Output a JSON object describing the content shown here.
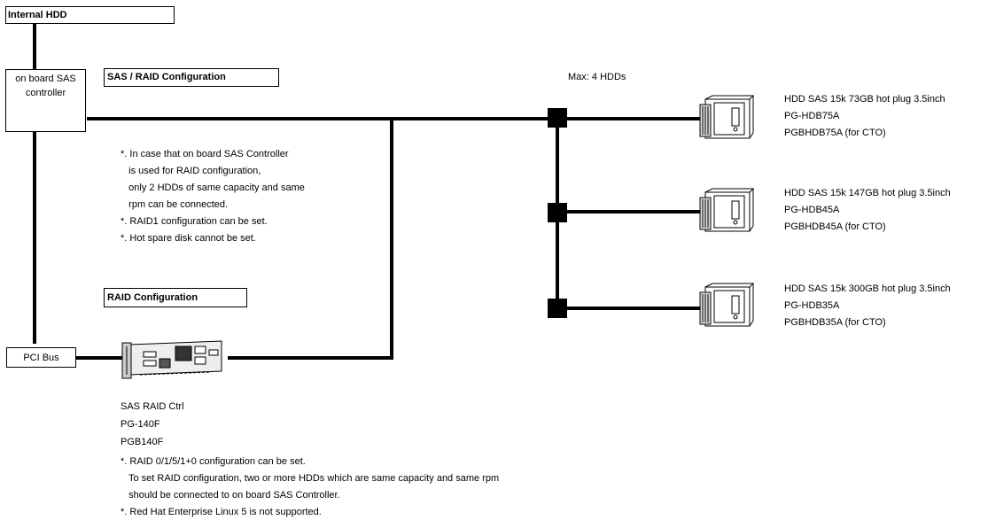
{
  "internal_hdd": {
    "title": "Internal HDD"
  },
  "sas_controller": {
    "line1": "on board SAS",
    "line2": "controller"
  },
  "sas_raid_config": {
    "title": "SAS / RAID Configuration"
  },
  "raid_config": {
    "title": "RAID Configuration"
  },
  "pci_bus": {
    "label": "PCI Bus"
  },
  "max_label": "Max: 4 HDDs",
  "sas_notes": [
    "*. In case that on board SAS Controller",
    "   is used for RAID configuration,",
    "   only 2 HDDs of same capacity and same",
    "   rpm can be connected.",
    "*. RAID1 configuration can be set.",
    "*. Hot spare disk cannot be set."
  ],
  "hdds": [
    {
      "name": "HDD SAS 15k 73GB hot plug 3.5inch",
      "part1": "PG-HDB75A",
      "part2": "PGBHDB75A (for CTO)"
    },
    {
      "name": "HDD SAS 15k 147GB hot plug 3.5inch",
      "part1": "PG-HDB45A",
      "part2": "PGBHDB45A (for CTO)"
    },
    {
      "name": "HDD SAS 15k 300GB hot plug 3.5inch",
      "part1": "PG-HDB35A",
      "part2": "PGBHDB35A (for CTO)"
    }
  ],
  "raid_card": {
    "name": "SAS RAID Ctrl",
    "part1": "PG-140F",
    "part2": "PGB140F",
    "notes": [
      "*. RAID 0/1/5/1+0 configuration can be set.",
      "   To set RAID configuration, two or more HDDs which are same capacity and same rpm",
      "   should be connected to on board SAS Controller.",
      "*. Red Hat Enterprise Linux 5 is not supported."
    ]
  },
  "icons": {
    "hdd": "hard-drive-icon",
    "card": "raid-card-icon"
  }
}
